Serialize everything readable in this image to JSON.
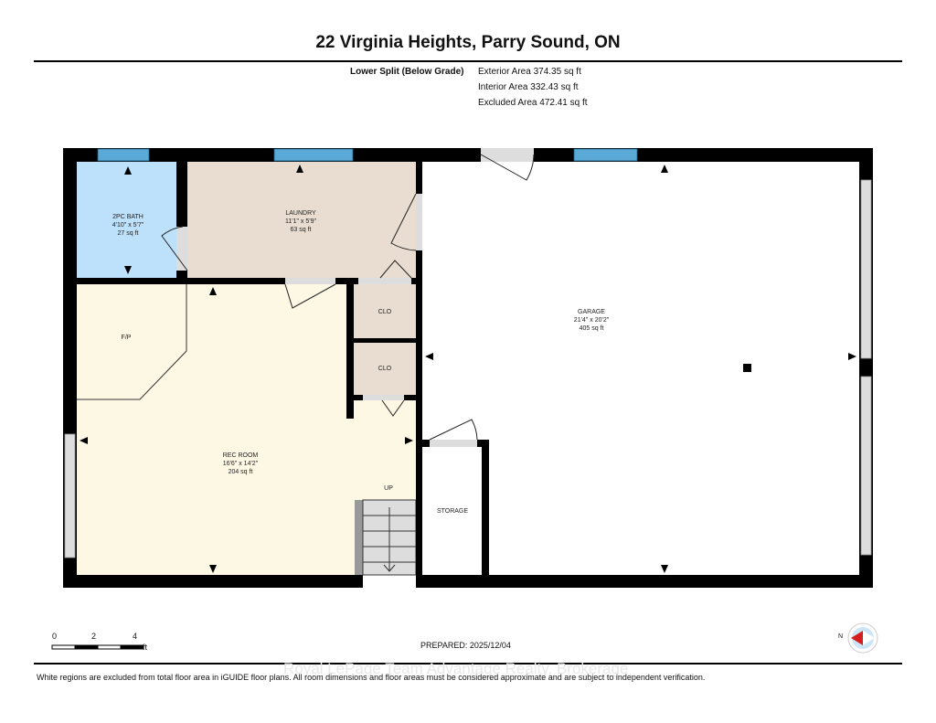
{
  "title": "22 Virginia Heights, Parry Sound, ON",
  "level": "Lower Split (Below Grade)",
  "areas": {
    "exterior": "Exterior Area 374.35 sq ft",
    "interior": "Interior Area 332.43 sq ft",
    "excluded": "Excluded Area 472.41 sq ft"
  },
  "rooms": {
    "bath": {
      "name": "2PC BATH",
      "dims": "4'10\" x 5'7\"",
      "area": "27 sq ft"
    },
    "laundry": {
      "name": "LAUNDRY",
      "dims": "11'1\" x 5'9\"",
      "area": "63 sq ft"
    },
    "garage": {
      "name": "GARAGE",
      "dims": "21'4\" x 20'2\"",
      "area": "405 sq ft"
    },
    "rec": {
      "name": "REC ROOM",
      "dims": "16'6\" x 14'2\"",
      "area": "204 sq ft"
    },
    "clo1": "CLO",
    "clo2": "CLO",
    "storage": "STORAGE",
    "fp": "F/P",
    "up": "UP"
  },
  "scale": {
    "t0": "0",
    "t2": "2",
    "t4": "4",
    "unit": "ft"
  },
  "prepared": "PREPARED: 2025/12/04",
  "compass": "N",
  "watermark": "Royal LePage Team Advantage Realty, Brokerage",
  "disclaimer": "White regions are excluded from total floor area in iGUIDE floor plans. All room dimensions and floor areas must be considered approximate and are subject to independent verification."
}
